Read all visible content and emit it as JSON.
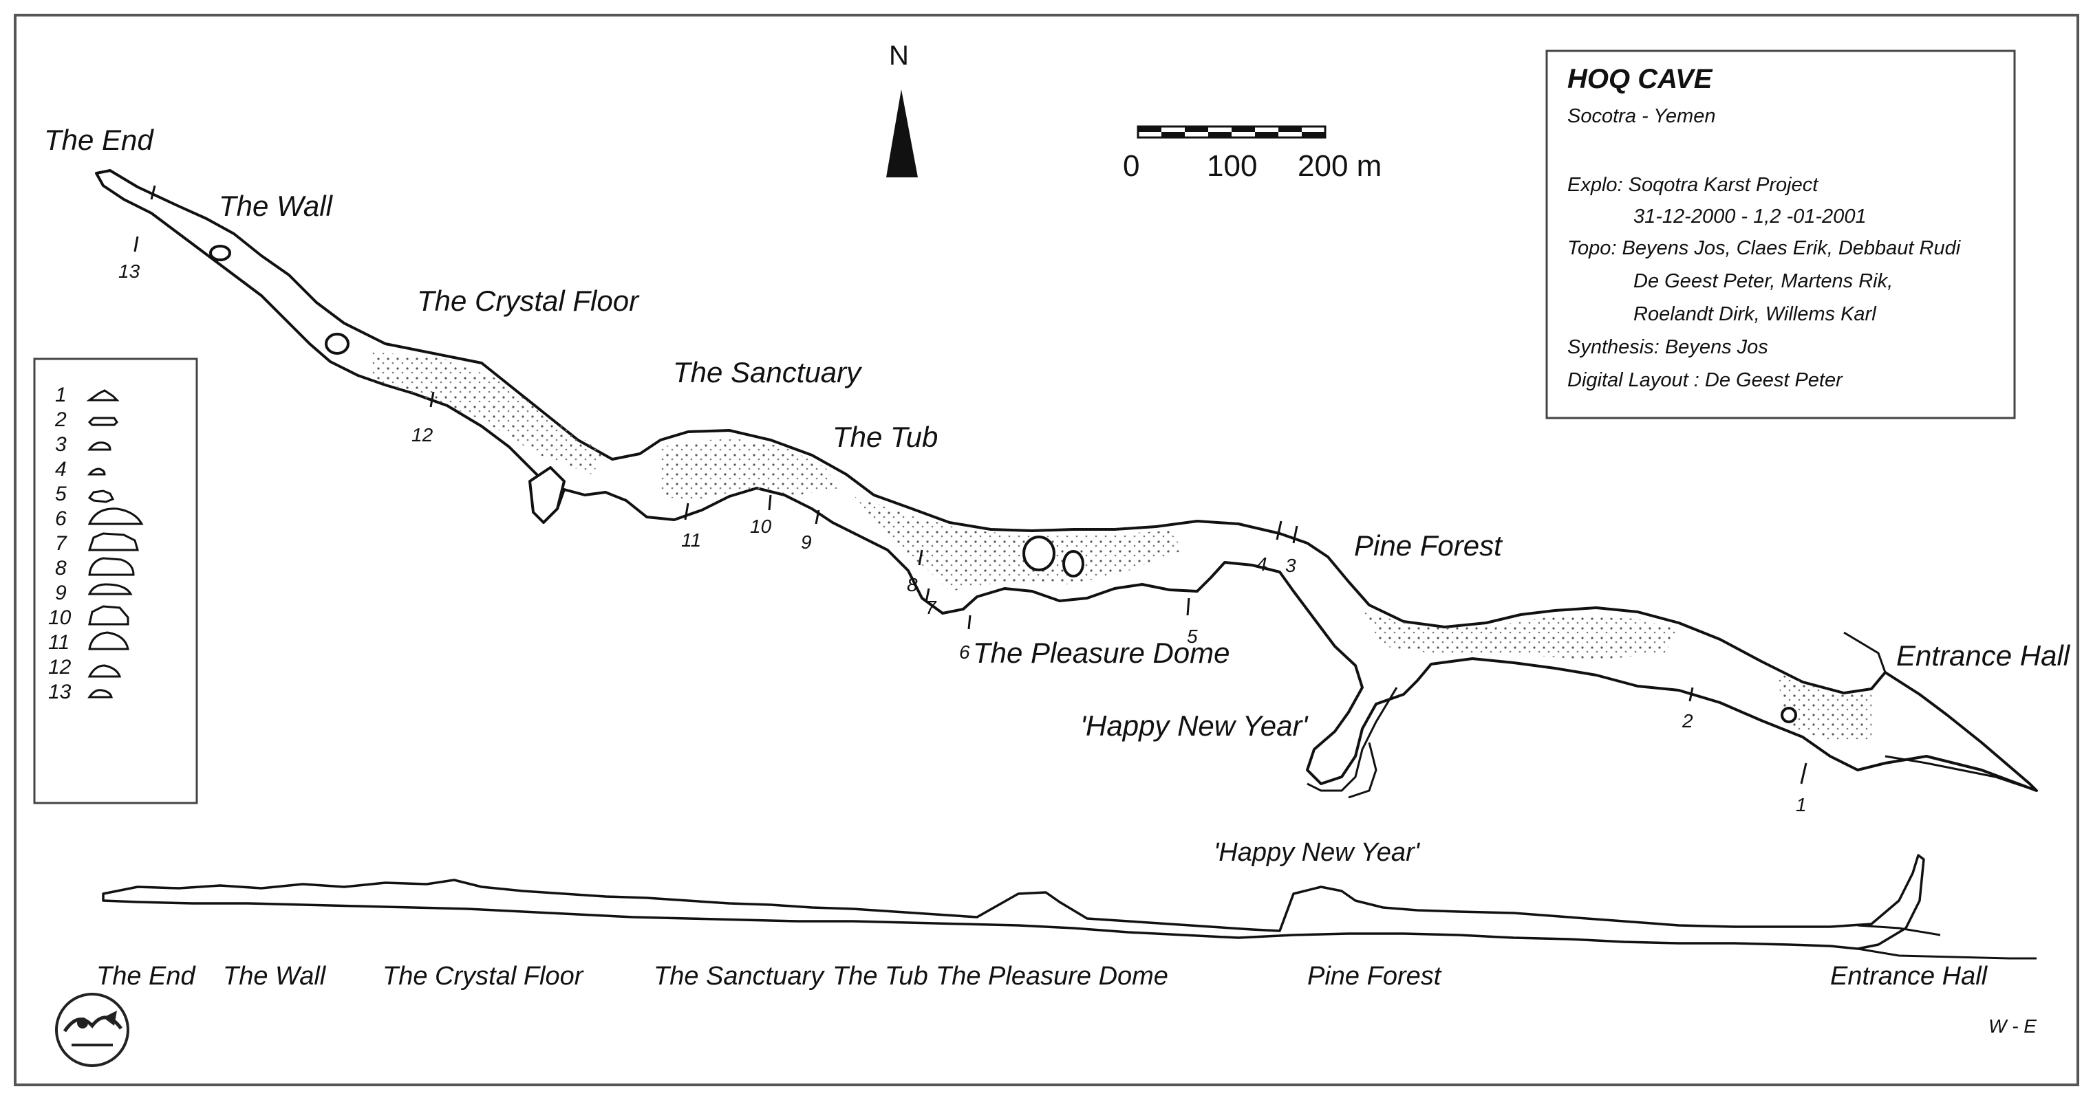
{
  "north": "N",
  "scale_bar": {
    "labels": [
      "0",
      "100",
      "200 m"
    ]
  },
  "info_box": {
    "title": "HOQ CAVE",
    "subtitle": "Socotra - Yemen",
    "lines": [
      "Explo: Soqotra Karst Project",
      "31-12-2000 - 1,2 -01-2001",
      "Topo:  Beyens Jos, Claes Erik, Debbaut Rudi",
      "De Geest Peter, Martens Rik,",
      "Roelandt Dirk, Willems Karl",
      "Synthesis: Beyens Jos",
      "Digital Layout : De Geest Peter"
    ]
  },
  "plan_labels": {
    "the_end": "The End",
    "the_wall": "The Wall",
    "crystal_floor": "The Crystal Floor",
    "sanctuary": "The Sanctuary",
    "tub": "The Tub",
    "pine_forest": "Pine Forest",
    "pleasure_dome": "The Pleasure Dome",
    "entrance_hall": "Entrance Hall",
    "happy_new_year": "'Happy New Year'"
  },
  "section_numbers": [
    "1",
    "2",
    "3",
    "4",
    "5",
    "6",
    "7",
    "8",
    "9",
    "10",
    "11",
    "12",
    "13"
  ],
  "legend": {
    "items": [
      "1",
      "2",
      "3",
      "4",
      "5",
      "6",
      "7",
      "8",
      "9",
      "10",
      "11",
      "12",
      "13"
    ]
  },
  "profile": {
    "happy_new_year": "'Happy New Year'",
    "labels": [
      "The End",
      "The Wall",
      "The Crystal Floor",
      "The Sanctuary",
      "The Tub",
      "The Pleasure Dome",
      "Pine Forest",
      "Entrance Hall"
    ],
    "orientation": "W - E"
  }
}
